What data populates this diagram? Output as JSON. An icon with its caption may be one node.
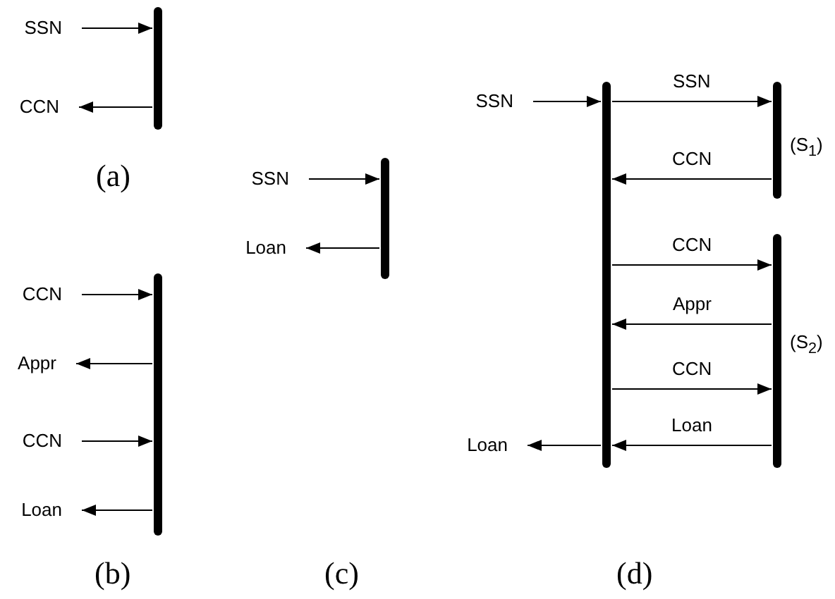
{
  "diagram": {
    "nodes": [
      {
        "text": [
          "SSN"
        ]
      },
      {
        "text": [
          "CCN"
        ]
      },
      {
        "text": [],
        "shape": "bar"
      },
      {
        "text": [
          "SSN"
        ]
      },
      {
        "text": [
          "Loan"
        ]
      },
      {
        "text": [],
        "shape": "bar"
      },
      {
        "text": [
          "CCN"
        ]
      },
      {
        "text": [
          "Appr"
        ]
      },
      {
        "text": [
          "CCN"
        ]
      },
      {
        "text": [
          "Loan"
        ]
      },
      {
        "text": [],
        "shape": "bar"
      },
      {
        "text": [
          "SSN"
        ]
      },
      {
        "text": [
          "Loan"
        ]
      },
      {
        "text": [],
        "shape": "bar"
      },
      {
        "text": [],
        "shape": "bar",
        "beside": [
          "(S$_{1}$)"
        ]
      },
      {
        "text": [],
        "shape": "bar",
        "beside": [
          "(S$_{2}$)"
        ]
      }
    ],
    "edges": [
      {
        "from": 0,
        "to": 2,
        "arrow": "to"
      },
      {
        "from": 2,
        "to": 1,
        "arrow": "to"
      },
      {
        "from": 3,
        "to": 5,
        "arrow": "to"
      },
      {
        "from": 5,
        "to": 4,
        "arrow": "to"
      },
      {
        "from": 6,
        "to": 10,
        "arrow": "to"
      },
      {
        "from": 10,
        "to": 7,
        "arrow": "to"
      },
      {
        "from": 8,
        "to": 10,
        "arrow": "to"
      },
      {
        "from": 10,
        "to": 9,
        "arrow": "to"
      },
      {
        "from": 11,
        "to": 13,
        "arrow": "to"
      },
      {
        "from": 13,
        "to": 14,
        "arrow": "to",
        "label": "SSN"
      },
      {
        "from": 14,
        "to": 13,
        "arrow": "to",
        "label": "CCN"
      },
      {
        "from": 13,
        "to": 15,
        "arrow": "to",
        "label": "CCN"
      },
      {
        "from": 15,
        "to": 13,
        "arrow": "to",
        "label": "Appr"
      },
      {
        "from": 13,
        "to": 15,
        "arrow": "to",
        "label": "CCN"
      },
      {
        "from": 15,
        "to": 13,
        "arrow": "to",
        "label": "Loan"
      },
      {
        "from": 13,
        "to": 12,
        "arrow": "to"
      }
    ],
    "labels": [
      "(a)",
      "(c)",
      "(b)",
      "(d)"
    ]
  }
}
